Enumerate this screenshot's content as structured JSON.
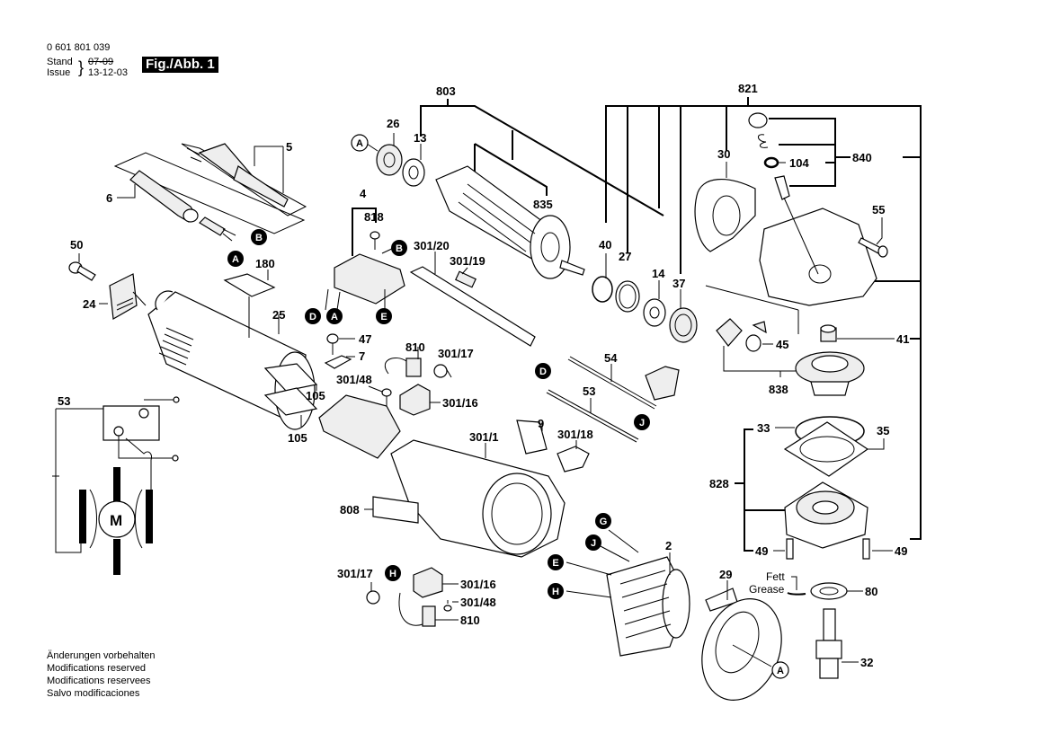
{
  "header": {
    "part_number": "0 601 801 039",
    "stand_label": "Stand",
    "issue_label": "Issue",
    "old_date": "07-09",
    "issue_date": "13-12-03",
    "figure_label": "Fig./Abb. 1"
  },
  "footer": {
    "lines": [
      "Änderungen vorbehalten",
      "Modifications reserved",
      "Modifications reservees",
      "Salvo modificaciones"
    ]
  },
  "labels": {
    "p5": "5",
    "p6": "6",
    "p50": "50",
    "p24": "24",
    "p180": "180",
    "p25": "25",
    "p4": "4",
    "p818": "818",
    "p301_20": "301/20",
    "p301_19": "301/19",
    "p47": "47",
    "p7": "7",
    "p810a": "810",
    "p301_17a": "301/17",
    "p301_48a": "301/48",
    "p301_16a": "301/16",
    "p105a": "105",
    "p105b": "105",
    "p53w": "53",
    "p803": "803",
    "p26": "26",
    "p13": "13",
    "p835": "835",
    "p821": "821",
    "p30": "30",
    "p104": "104",
    "p840": "840",
    "p55": "55",
    "p40": "40",
    "p27": "27",
    "p14": "14",
    "p37": "37",
    "p45": "45",
    "p41": "41",
    "p838": "838",
    "p54": "54",
    "p53": "53",
    "p9": "9",
    "p301_1": "301/1",
    "p301_18": "301/18",
    "p33": "33",
    "p35": "35",
    "p828": "828",
    "p49a": "49",
    "p49b": "49",
    "p808": "808",
    "p2": "2",
    "p29": "29",
    "p80": "80",
    "p32": "32",
    "p301_17b": "301/17",
    "p301_16b": "301/16",
    "p301_48b": "301/48",
    "p810b": "810",
    "fett": "Fett",
    "grease": "Grease",
    "motor": "M"
  },
  "markers": {
    "A": "A",
    "B": "B",
    "D": "D",
    "E": "E",
    "G": "G",
    "H": "H",
    "J": "J"
  }
}
